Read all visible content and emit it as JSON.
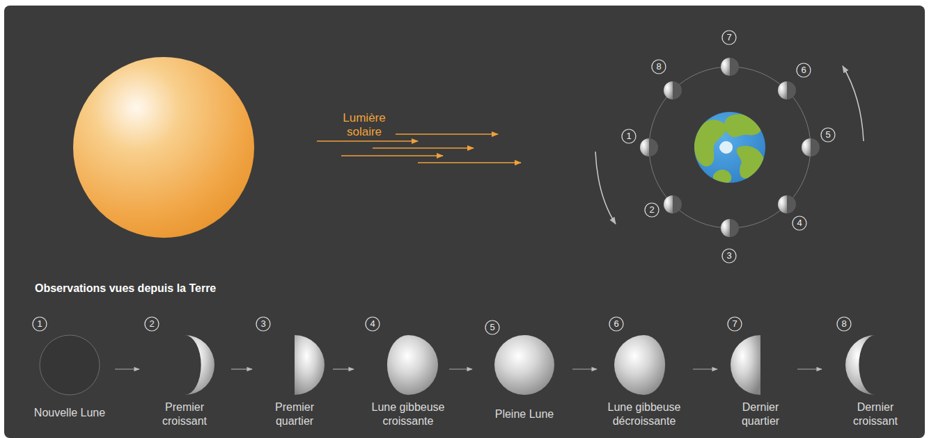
{
  "diagram": {
    "labels": [
      "Lumière solaire",
      "1",
      "2",
      "3",
      "4",
      "5",
      "6",
      "7",
      "8",
      "Observations vues depuis la Terre",
      "1",
      "Nouvelle Lune",
      "2",
      "Premier croissant",
      "3",
      "Premier quartier",
      "4",
      "Lune gibbeuse croissante",
      "5",
      "Pleine Lune",
      "6",
      "Lune gibbeuse décroissante",
      "7",
      "Dernier quartier",
      "8",
      "Dernier croissant"
    ]
  }
}
